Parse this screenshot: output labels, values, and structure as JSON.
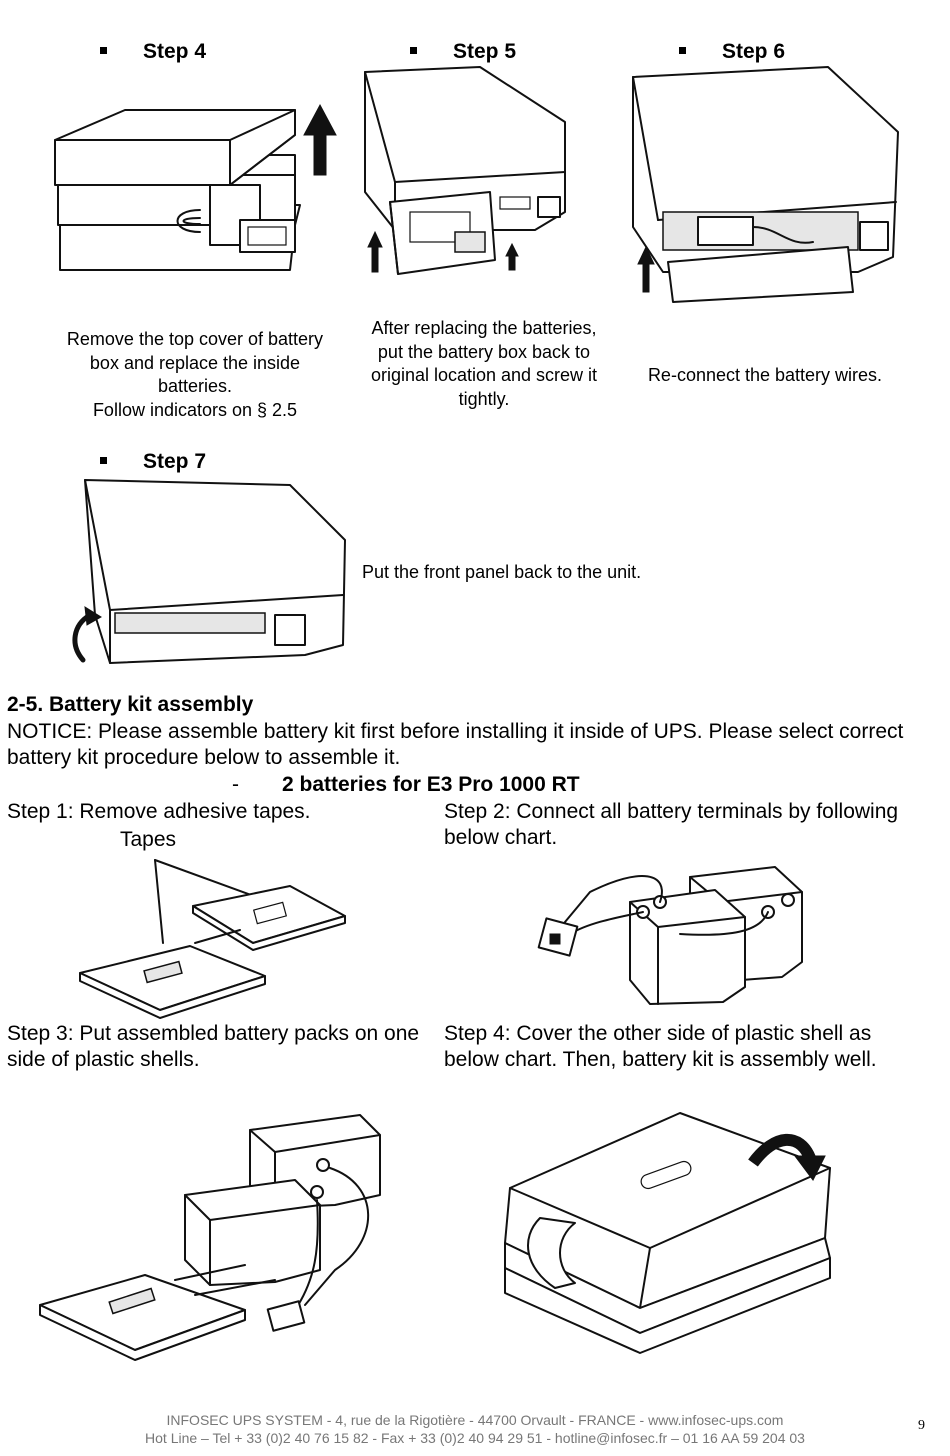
{
  "steps_top": [
    {
      "heading": "Step 4",
      "caption": "Remove the top cover of battery box and replace the inside batteries.\nFollow indicators on § 2.5"
    },
    {
      "heading": "Step 5",
      "caption": "After replacing the batteries, put the battery box back to original location and screw it tightly."
    },
    {
      "heading": "Step 6",
      "caption": "Re-connect the battery wires."
    },
    {
      "heading": "Step 7",
      "caption": "Put the front panel back to the unit."
    }
  ],
  "section": {
    "title": "2-5. Battery kit assembly",
    "notice": "NOTICE: Please assemble battery kit first before installing it inside of UPS. Please select correct battery kit procedure below to assemble it.",
    "sub_dash": "-",
    "subheading": "2 batteries for E3 Pro 1000 RT"
  },
  "kit_steps": {
    "s1": "Step 1: Remove adhesive tapes.",
    "s1_label": "Tapes",
    "s2": "Step 2: Connect all battery terminals by following below chart.",
    "s3": "Step 3: Put assembled battery packs on one side of plastic shells.",
    "s4": "Step 4: Cover the other side of plastic shell as below chart. Then, battery kit is assembly well."
  },
  "footer": {
    "line1": "INFOSEC UPS SYSTEM - 4, rue de la Rigotière - 44700 Orvault - FRANCE -  www.infosec-ups.com",
    "line2": "Hot Line – Tel + 33 (0)2 40 76 15 82 - Fax + 33 (0)2 40 94 29 51 - hotline@infosec.fr – 01 16 AA 59 204 03",
    "page_number": "9"
  },
  "icons": [
    "square-bullet-icon",
    "up-arrow-icon",
    "curved-arrow-icon",
    "plus-terminal-icon",
    "minus-terminal-icon"
  ]
}
